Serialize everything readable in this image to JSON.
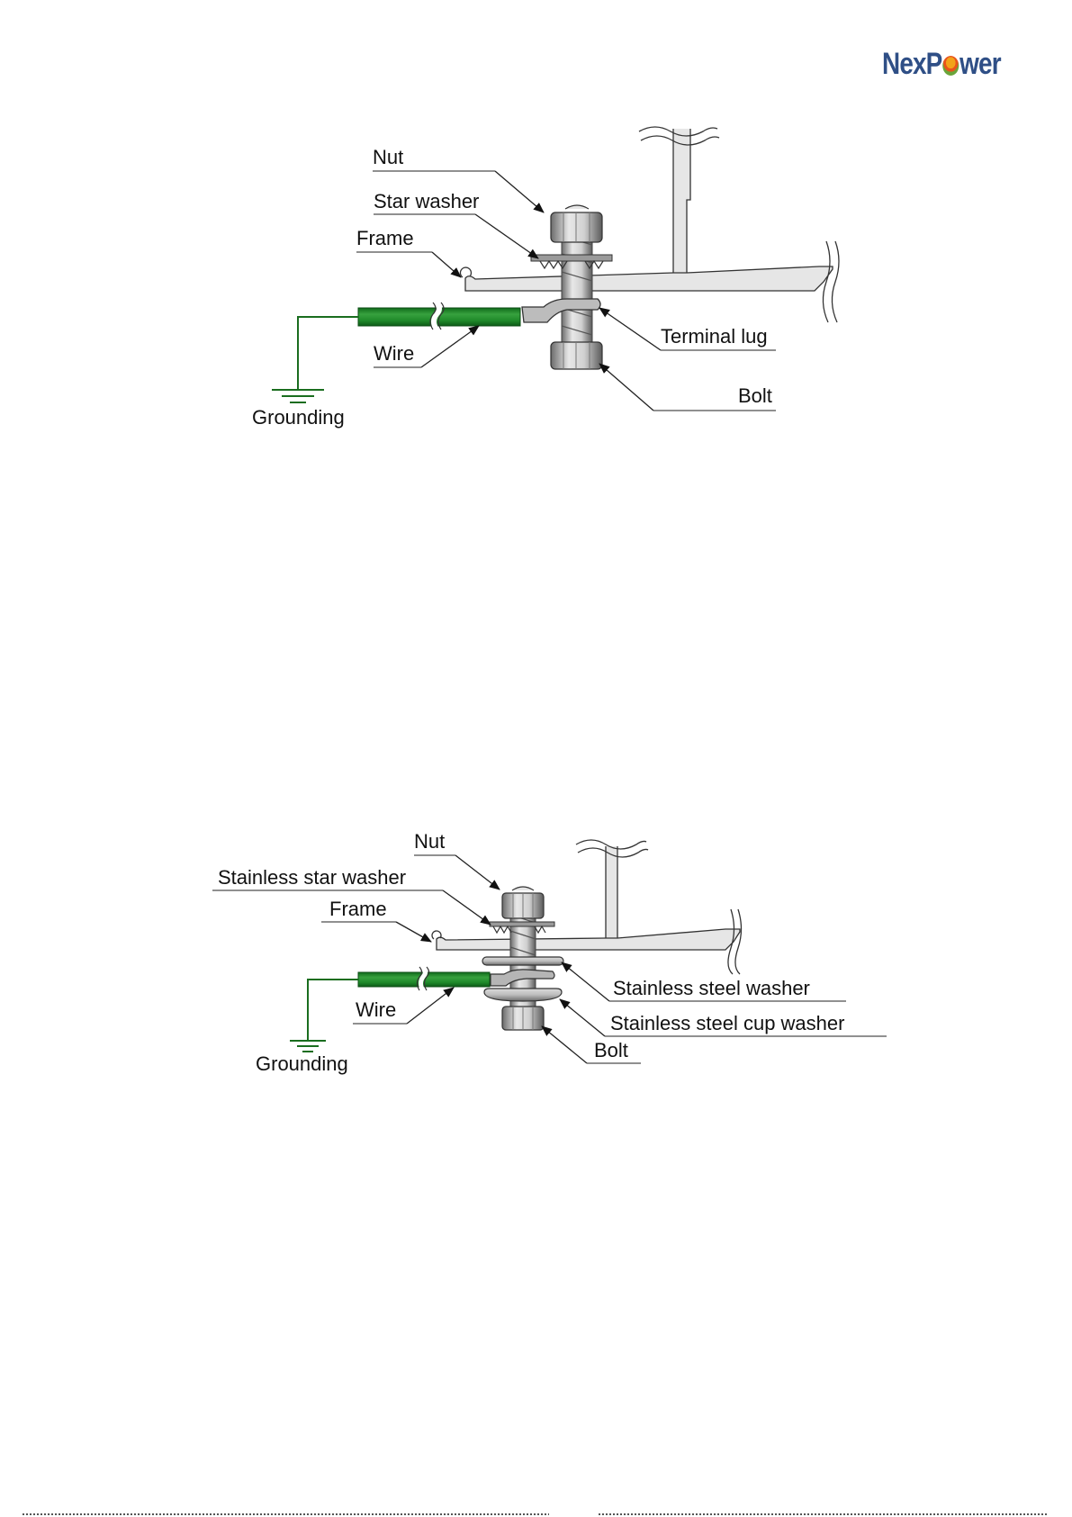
{
  "header": {
    "brand": "NexPower",
    "brand_pre": "NexP",
    "brand_post": "wer"
  },
  "colors": {
    "wire_green": "#1f8a2a",
    "ground_green": "#1a6d1f",
    "metal_light": "#e6e6e6",
    "metal_dark": "#5a5a5a",
    "brand_blue": "#2f4f86"
  },
  "diagram1": {
    "labels": {
      "nut": "Nut",
      "star_washer": "Star washer",
      "frame": "Frame",
      "wire": "Wire",
      "grounding": "Grounding",
      "terminal_lug": "Terminal lug",
      "bolt": "Bolt"
    }
  },
  "diagram2": {
    "labels": {
      "nut": "Nut",
      "stainless_star_washer": "Stainless star washer",
      "frame": "Frame",
      "wire": "Wire",
      "grounding": "Grounding",
      "stainless_steel_washer": "Stainless steel washer",
      "stainless_steel_cup_washer": "Stainless steel cup washer",
      "bolt": "Bolt"
    }
  }
}
